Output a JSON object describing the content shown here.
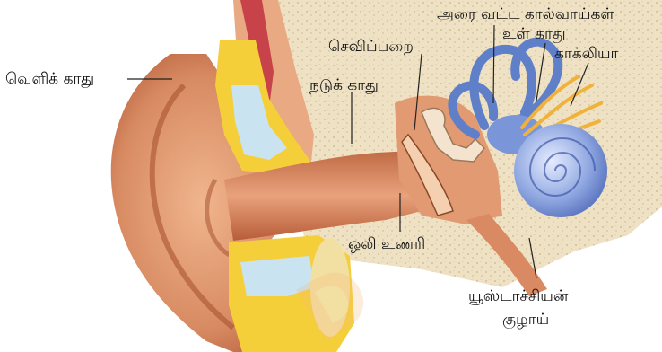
{
  "labels": {
    "outer_ear": "வெளிக் காது",
    "middle_ear": "நடுக் காது",
    "eardrum": "செவிப்பறை",
    "semicircular_canals": "அரை வட்ட கால்வாய்கள்",
    "inner_ear": "உள் காது",
    "cochlea": "காக்லியா",
    "ear_canal": "ஒலி உணரி",
    "eustachian_line1": "யூஸ்டாச்சியன்",
    "eustachian_line2": "குழாய்"
  },
  "colors": {
    "skin": "#e2a07a",
    "skin_dark": "#b8623e",
    "bone": "#efe2c4",
    "cartilage": "#f5cf3a",
    "semicircular": "#5f7fc8",
    "cochlea": "#8ea6e0",
    "nerve": "#f0b23a",
    "watermark": "#f6b878"
  }
}
